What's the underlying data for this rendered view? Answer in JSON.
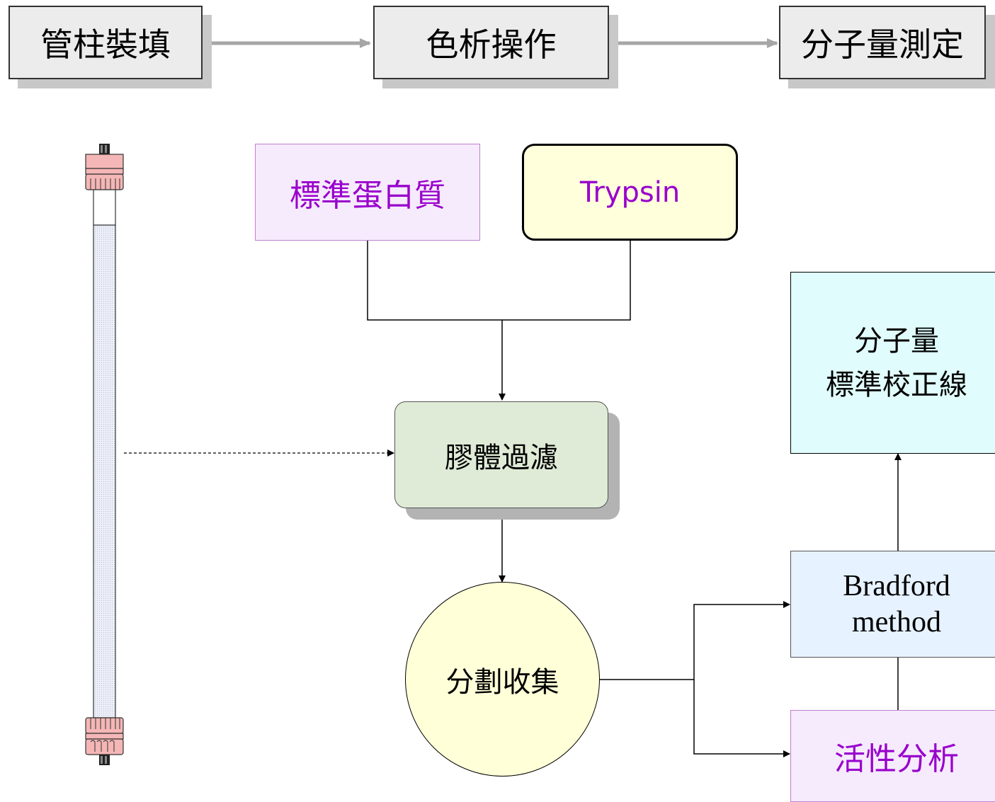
{
  "steps": [
    {
      "label": "管柱裝填"
    },
    {
      "label": "色析操作"
    },
    {
      "label": "分子量測定"
    }
  ],
  "nodes": {
    "standard_protein": "標準蛋白質",
    "trypsin": "Trypsin",
    "gel_filtration": "膠體過濾",
    "fraction_collection": "分劃收集",
    "mw_calibration_line1": "分子量",
    "mw_calibration_line2": "標準校正線",
    "bradford_line1": "Bradford",
    "bradford_line2": "method",
    "activity_analysis": "活性分析"
  },
  "colors": {
    "step_fill": "#ececec",
    "standard_protein_fill": "#f5ebfc",
    "trypsin_fill": "#ffffdc",
    "gel_filtration_fill": "#dfebd6",
    "fraction_fill": "#ffffd8",
    "calibration_fill": "#e0fcfc",
    "bradford_fill": "#e6f2ff",
    "activity_fill": "#f5ebfc",
    "purple_text": "#9900cc"
  }
}
